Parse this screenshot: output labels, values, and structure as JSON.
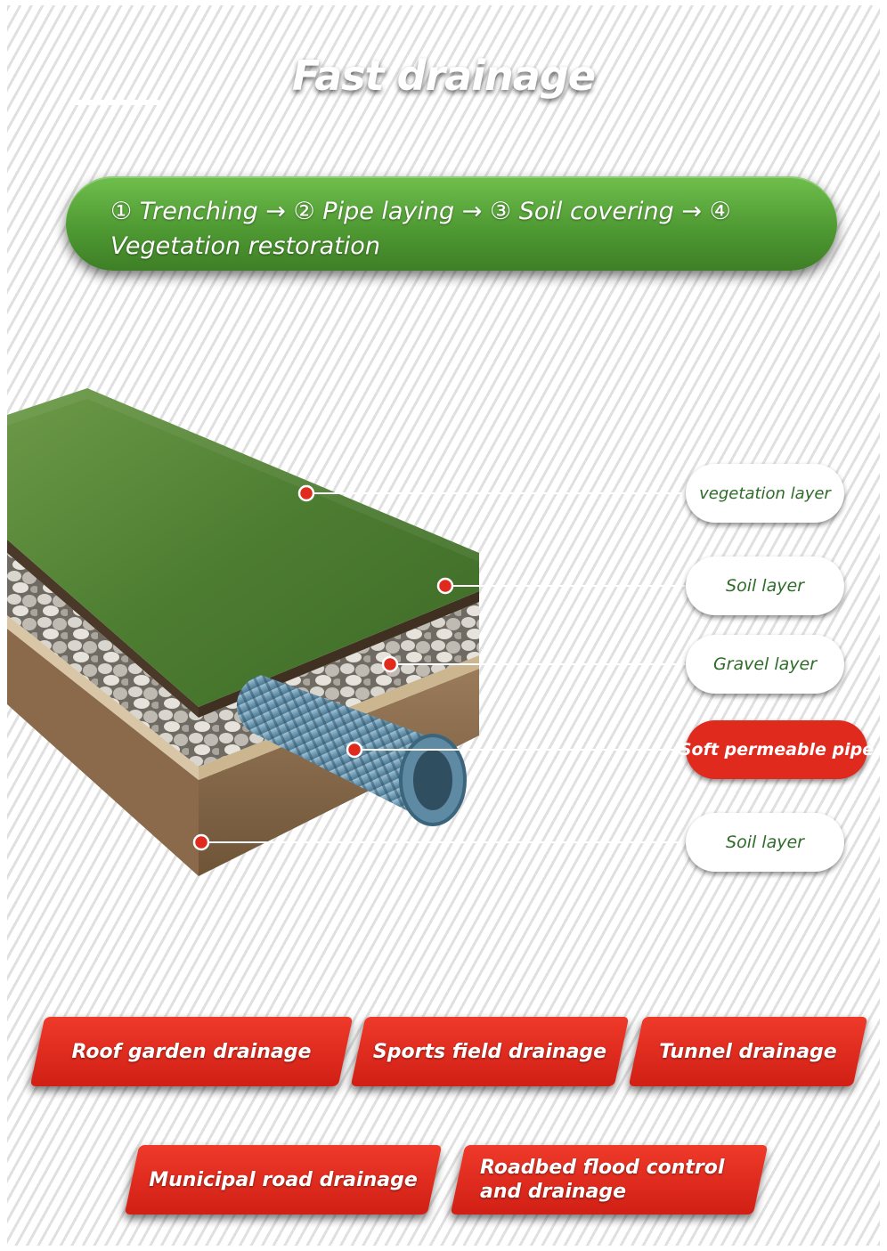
{
  "header": {
    "title": "Fast drainage"
  },
  "steps": {
    "text": "① Trenching → ② Pipe laying → ③ Soil covering → ④ Vegetation restoration"
  },
  "layers": [
    {
      "label": "vegetation layer"
    },
    {
      "label": "Soil layer"
    },
    {
      "label": "Gravel layer"
    },
    {
      "label": "Soft permeable pipe"
    },
    {
      "label": "Soil layer"
    }
  ],
  "applications": [
    {
      "label": "Roof garden drainage"
    },
    {
      "label": "Sports field drainage"
    },
    {
      "label": "Tunnel drainage"
    },
    {
      "label": "Municipal road drainage"
    },
    {
      "label": "Roadbed flood control and drainage"
    }
  ],
  "colors": {
    "banner_green": "#4f9a33",
    "label_text_green": "#2f6b29",
    "accent_red": "#e02a1e",
    "soil_brown": "#2e2420"
  }
}
